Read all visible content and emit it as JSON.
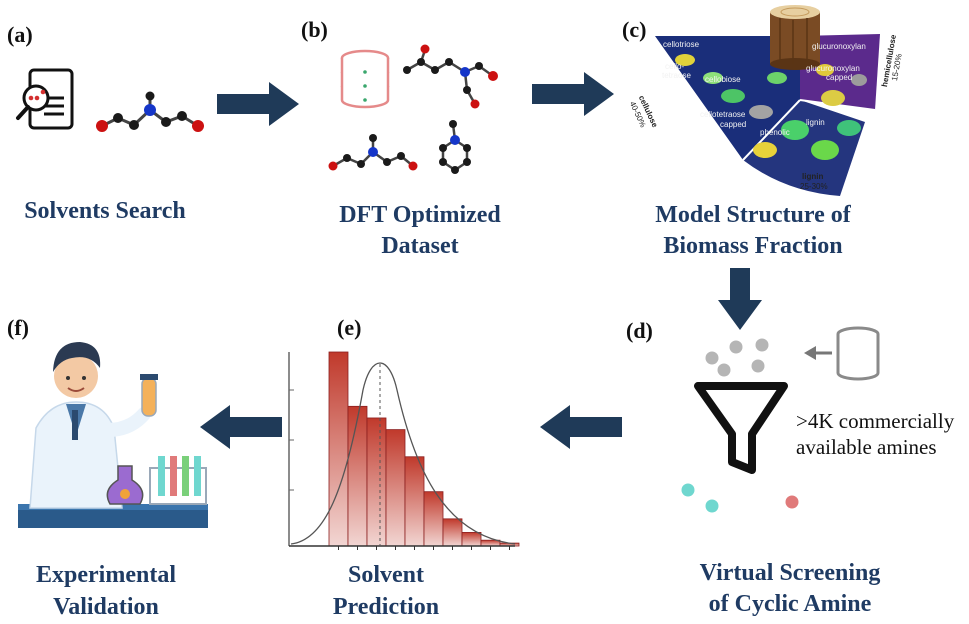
{
  "panels": {
    "a": {
      "letter": "(a)",
      "caption": "Solvents Search"
    },
    "b": {
      "letter": "(b)",
      "caption_line1": "DFT Optimized",
      "caption_line2": "Dataset"
    },
    "c": {
      "letter": "(c)",
      "caption_line1": "Model Structure of",
      "caption_line2": "Biomass Fraction",
      "segments": {
        "cellulose": {
          "name": "cellulose",
          "range": "40-50%",
          "sublabels": [
            "cellotriose",
            "cello-",
            "tetraose",
            "cellobiose",
            "cellotetraose",
            "capped"
          ]
        },
        "hemicellulose": {
          "name": "hemicellulose",
          "range": "15-20%",
          "sublabels": [
            "glucuronoxylan",
            "glucuronoxylan",
            "capped"
          ]
        },
        "lignin": {
          "name": "lignin",
          "range": "25-30%",
          "sublabels": [
            "phenolic",
            "lignin"
          ]
        }
      }
    },
    "d": {
      "letter": "(d)",
      "caption_line1": "Virtual Screening",
      "caption_line2": "of Cyclic Amine",
      "note_line1": ">4K commercially",
      "note_line2": "available amines"
    },
    "e": {
      "letter": "(e)",
      "caption_line1": "Solvent",
      "caption_line2": "Prediction"
    },
    "f": {
      "letter": "(f)",
      "caption_line1": "Experimental",
      "caption_line2": "Validation"
    }
  },
  "histogram": {
    "bins": [
      1.0,
      0.72,
      0.66,
      0.6,
      0.46,
      0.28,
      0.14,
      0.07,
      0.03,
      0.015
    ]
  },
  "colors": {
    "caption": "#1f3b63",
    "arrow": "#1f3a58",
    "bar_top": "#c0392b",
    "bar_bottom": "#f2d6d3",
    "atom_carbon": "#1a1a1a",
    "atom_nitrogen": "#1536c9",
    "atom_oxygen": "#cc1111",
    "cellulose_bg": "#1a2e7a",
    "hemicellulose_bg": "#5b2a8c",
    "lignin_bg": "#24357e"
  },
  "icons": [
    "document-magnifier-icon",
    "database-icon",
    "funnel-icon",
    "scientist-illustration",
    "tree-stump-icon"
  ]
}
